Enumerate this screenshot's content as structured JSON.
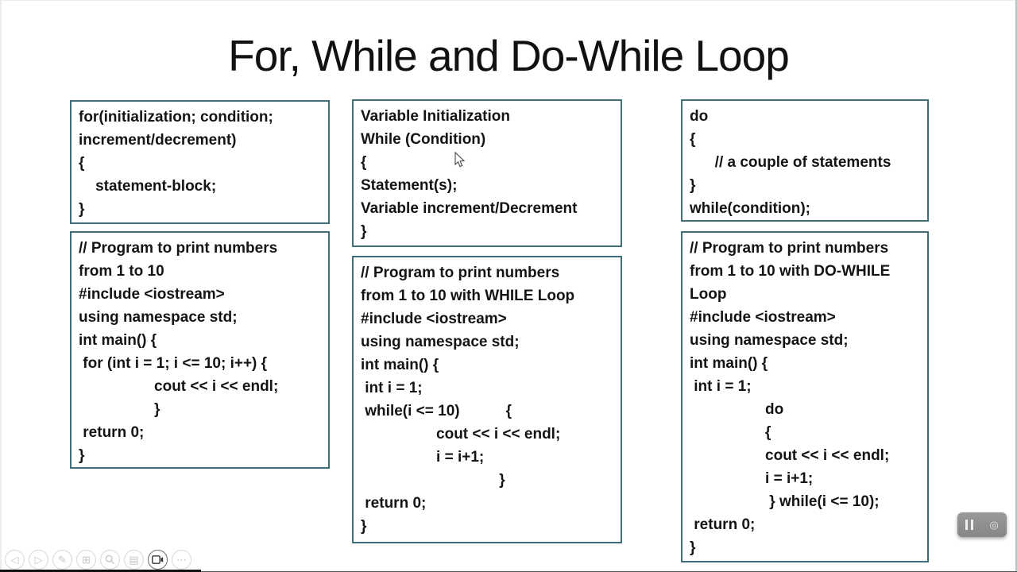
{
  "title": "For, While and Do-While Loop",
  "colors": {
    "box_border": "#3f6e78",
    "text": "#141414",
    "toolbar_icon_idle": "#c7c7c7",
    "toolbar_icon_active": "#333333",
    "recorder_bg": "#8f8f8f"
  },
  "boxes": {
    "for_syntax": {
      "lines": [
        "for(initialization; condition;",
        "increment/decrement)",
        "{",
        "    statement-block;",
        "}"
      ]
    },
    "for_program": {
      "lines": [
        "// Program to print numbers",
        "from 1 to 10",
        "#include <iostream>",
        "using namespace std;",
        "int main() {",
        " for (int i = 1; i <= 10; i++) {",
        "                  cout << i << endl;",
        "                  }",
        " return 0;",
        "}"
      ]
    },
    "while_syntax": {
      "lines": [
        "Variable Initialization",
        "While (Condition)",
        "{",
        "Statement(s);",
        "Variable increment/Decrement",
        "}"
      ]
    },
    "while_program": {
      "lines": [
        "// Program to print numbers",
        "from 1 to 10 with WHILE Loop",
        "#include <iostream>",
        "using namespace std;",
        "int main() {",
        " int i = 1;",
        " while(i <= 10)           {",
        "                  cout << i << endl;",
        "                  i = i+1;",
        "                                 }",
        " return 0;",
        "}"
      ]
    },
    "dowhile_syntax": {
      "lines": [
        "do",
        "{",
        "      // a couple of statements",
        "}",
        "while(condition);"
      ]
    },
    "dowhile_program": {
      "lines": [
        "// Program to print numbers",
        "from 1 to 10 with DO-WHILE",
        "Loop",
        "#include <iostream>",
        "using namespace std;",
        "int main() {",
        " int i = 1;",
        "                  do",
        "                  {",
        "                  cout << i << endl;",
        "                  i = i+1;",
        "                   } while(i <= 10);",
        " return 0;",
        "}"
      ]
    },
    "toolbar": {
      "icons": [
        {
          "name": "previous-slide-icon",
          "glyph": "◁"
        },
        {
          "name": "next-slide-icon",
          "glyph": "▷"
        },
        {
          "name": "pen-icon",
          "glyph": "✎"
        },
        {
          "name": "all-slides-icon",
          "glyph": "⊞"
        },
        {
          "name": "zoom-icon",
          "glyph": ""
        },
        {
          "name": "subtitles-icon",
          "glyph": "▤"
        },
        {
          "name": "camera-icon",
          "glyph": ""
        },
        {
          "name": "more-options-icon",
          "glyph": "⋯"
        }
      ]
    },
    "recorder": {
      "camera_glyph": "◎"
    }
  }
}
